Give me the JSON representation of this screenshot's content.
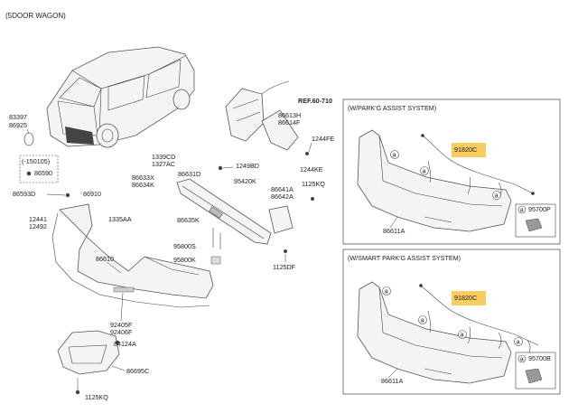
{
  "header": {
    "title": "(5DOOR WAGON)"
  },
  "reference": {
    "label": "REF.60-710"
  },
  "panels": {
    "park_assist": {
      "title": "(W/PARK'G ASSIST SYSTEM)",
      "part_label": "86611A",
      "highlight_label": "91820C",
      "sensor_label": "95700P",
      "callout_letter": "a"
    },
    "smart_park_assist": {
      "title": "(W/SMART PARK'G ASSIST SYSTEM)",
      "part_label": "86611A",
      "highlight_label": "91820C",
      "sensor_label": "95700B",
      "callout_letter": "a"
    }
  },
  "date_box": {
    "label": "(-150105)",
    "part": "86590"
  },
  "labels": {
    "p83397": "83397",
    "p86925": "86925",
    "p86593d": "86593D",
    "p86910": "86910",
    "p12441": "12441",
    "p12492": "12492",
    "p1335aa": "1335AA",
    "p86610": "86610",
    "p1339cd": "1339CD",
    "p1327ac": "1327AC",
    "p86633x": "86633X",
    "p86634k": "86634K",
    "p86631d": "86631D",
    "p1249bd": "1249BD",
    "p95420k": "95420K",
    "p86635k": "86635K",
    "p95800s": "95800S",
    "p95800k": "95800K",
    "p86613h": "86613H",
    "p86614f": "86614F",
    "p1244fe": "1244FE",
    "p1244ke": "1244KE",
    "p1125kq_a": "1125KQ",
    "p86641a": "86641A",
    "p86642a": "86642A",
    "p1125df": "1125DF",
    "p92405f": "92405F",
    "p92406f": "92406F",
    "p84124a": "84124A",
    "p86695c": "86695C",
    "p1125kq_b": "1125KQ"
  },
  "callout_letter": "a"
}
